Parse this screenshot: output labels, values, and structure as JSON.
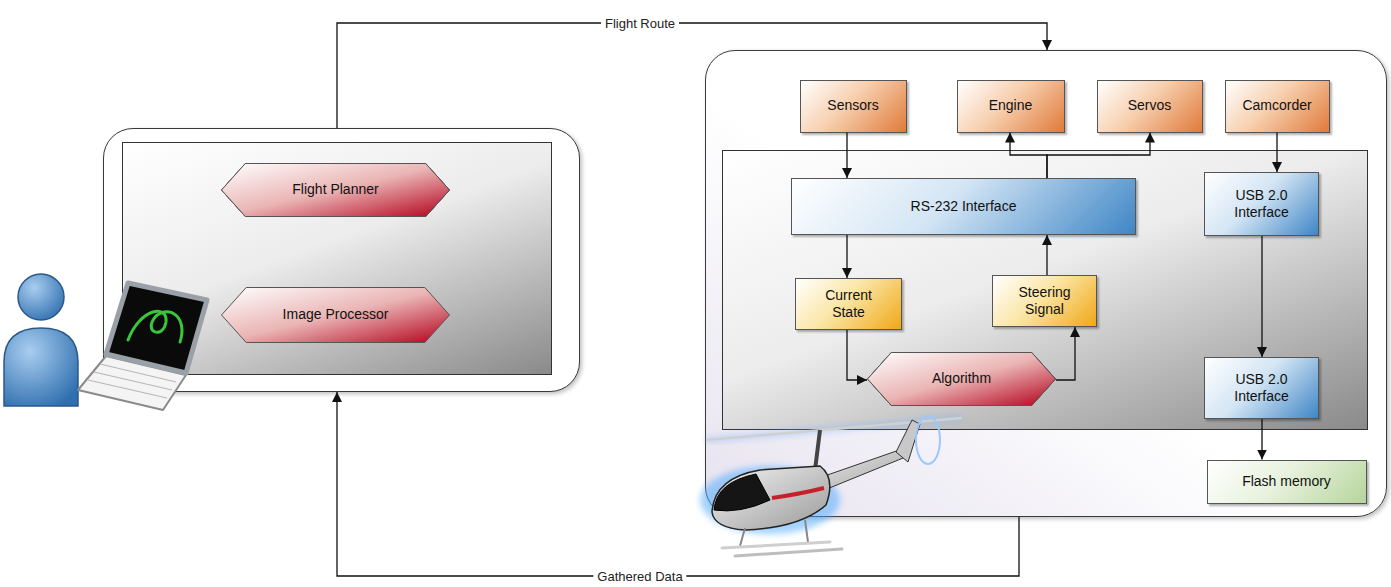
{
  "diagram": {
    "nodes": [
      {
        "text": []
      },
      {
        "text": [],
        "in": 0
      },
      {
        "text": [
          "Flight Planner"
        ],
        "in": 1
      },
      {
        "text": [
          "Image Processor"
        ],
        "in": 1
      },
      {
        "text": []
      },
      {
        "text": [
          "Sensors"
        ],
        "in": 4
      },
      {
        "text": [
          "Engine"
        ],
        "in": 4
      },
      {
        "text": [
          "Servos"
        ],
        "in": 4
      },
      {
        "text": [
          "Camcorder"
        ],
        "in": 4
      },
      {
        "text": [],
        "in": 4
      },
      {
        "text": [
          "RS-232 Interface"
        ],
        "in": 9
      },
      {
        "text": [
          "USB 2.0 Interface"
        ],
        "in": 9
      },
      {
        "text": [
          "Current State"
        ],
        "in": 9
      },
      {
        "text": [
          "Steering Signal"
        ],
        "in": 9
      },
      {
        "text": [
          "Algorithm"
        ],
        "in": 9
      },
      {
        "text": [
          "USB 2.0 Interface"
        ],
        "in": 9
      },
      {
        "text": [
          "Flash memory"
        ],
        "in": 4
      }
    ],
    "edges": [
      {
        "from": 0,
        "to": 4,
        "arrow": "to",
        "label": "Flight Route"
      },
      {
        "from": 4,
        "to": 0,
        "arrow": "to",
        "label": "Gathered Data"
      },
      {
        "from": 5,
        "to": 10,
        "arrow": "to"
      },
      {
        "from": 10,
        "to": 12,
        "arrow": "to"
      },
      {
        "from": 12,
        "to": 14,
        "arrow": "to"
      },
      {
        "from": 14,
        "to": 13,
        "arrow": "to"
      },
      {
        "from": 13,
        "to": 10,
        "arrow": "to"
      },
      {
        "from": 10,
        "to": 6,
        "arrow": "to"
      },
      {
        "from": 10,
        "to": 7,
        "arrow": "to"
      },
      {
        "from": 8,
        "to": 11,
        "arrow": "to"
      },
      {
        "from": 11,
        "to": 15,
        "arrow": "to"
      },
      {
        "from": 15,
        "to": 16,
        "arrow": "to"
      }
    ]
  }
}
